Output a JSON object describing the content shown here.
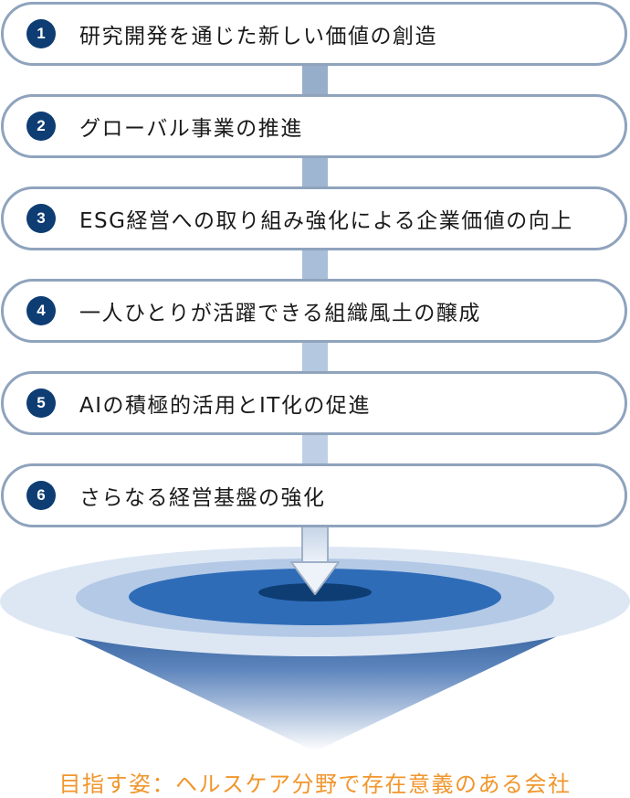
{
  "steps": [
    {
      "number": "1",
      "text": "研究開発を通じた新しい価値の創造"
    },
    {
      "number": "2",
      "text": "グローバル事業の推進"
    },
    {
      "number": "3",
      "text": "ESG経営への取り組み強化による企業価値の向上"
    },
    {
      "number": "4",
      "text": "一人ひとりが活躍できる組織風土の醸成"
    },
    {
      "number": "5",
      "text": "AIの積極的活用とIT化の促進"
    },
    {
      "number": "6",
      "text": "さらなる経営基盤の強化"
    }
  ],
  "goal": "目指す姿：ヘルスケア分野で存在意義のある会社",
  "colors": {
    "step_border": "#8fa3bd",
    "number_badge": "#0e3d73",
    "goal_text": "#f0962d",
    "funnel_dark": "#1e4f8e",
    "funnel_mid": "#2e6cb8",
    "funnel_light": "#dde7f4"
  }
}
